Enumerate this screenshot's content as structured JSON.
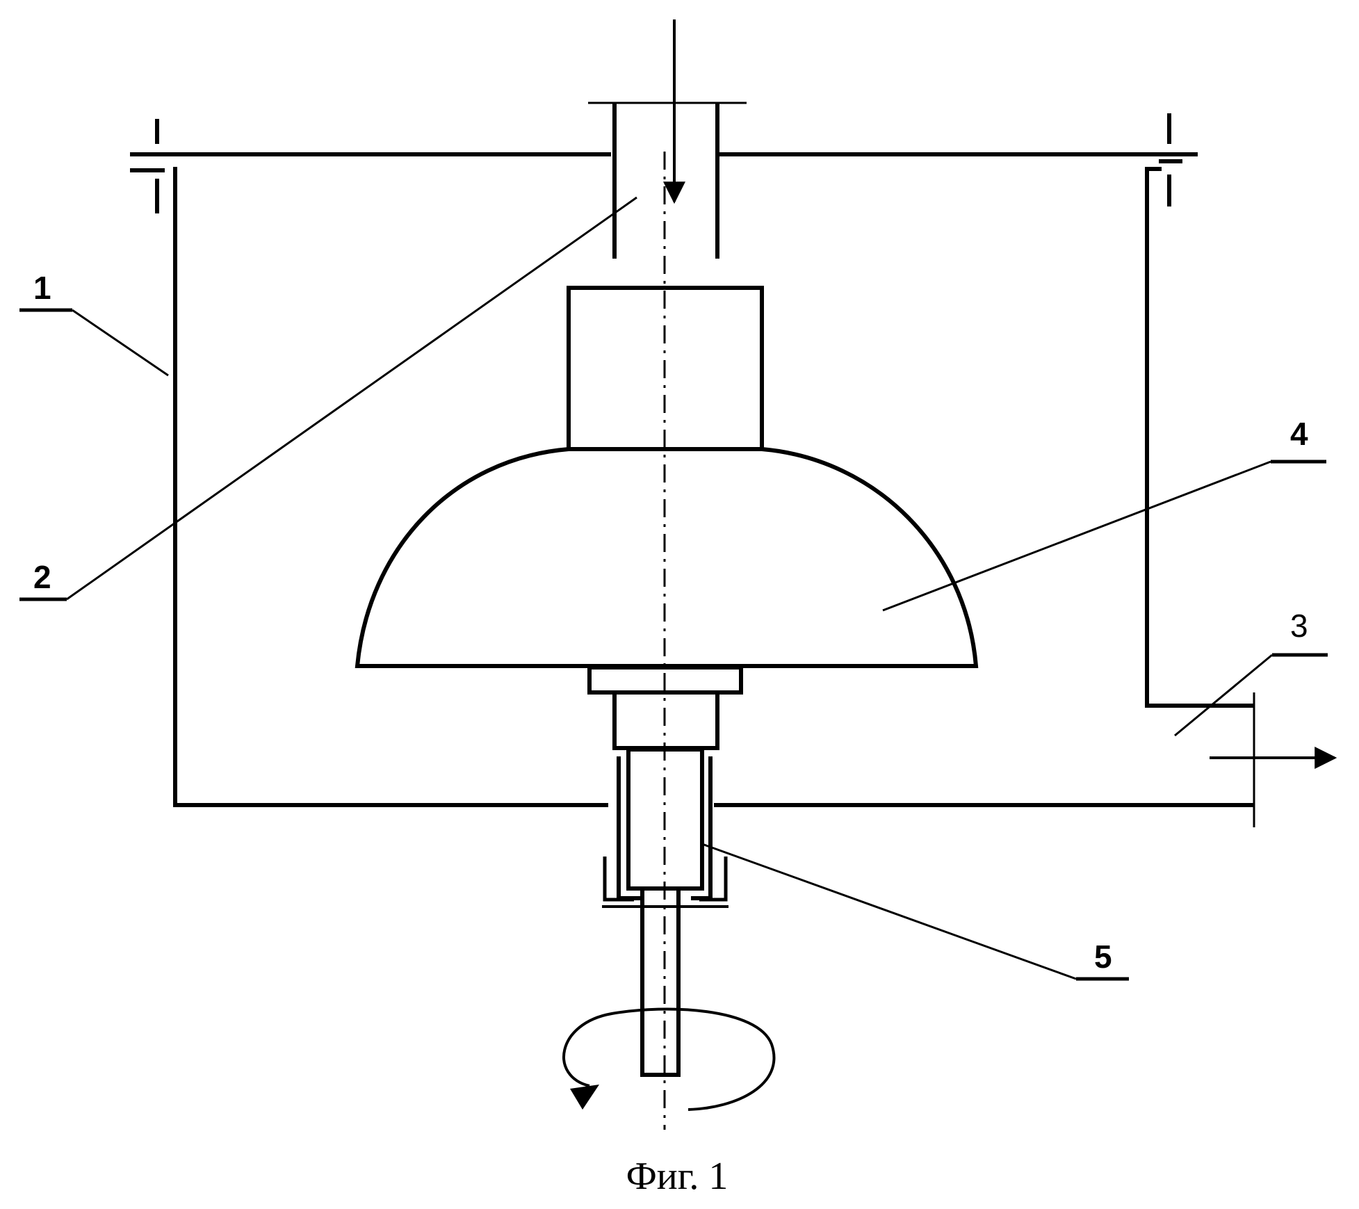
{
  "figure": {
    "caption": "Фиг. 1"
  },
  "callouts": [
    {
      "id": "1",
      "label": "1"
    },
    {
      "id": "2",
      "label": "2"
    },
    {
      "id": "3",
      "label": "3"
    },
    {
      "id": "4",
      "label": "4"
    },
    {
      "id": "5",
      "label": "5"
    }
  ],
  "colors": {
    "ink": "#000000",
    "background": "#ffffff"
  }
}
